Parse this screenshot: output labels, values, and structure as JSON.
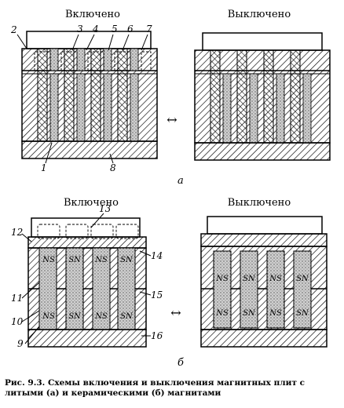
{
  "panel_a": {
    "state_on": "Включено",
    "state_off": "Выключено",
    "letter": "а",
    "callouts": [
      "2",
      "3",
      "4",
      "5",
      "6",
      "7",
      "1",
      "8"
    ]
  },
  "panel_b": {
    "state_on": "Включено",
    "state_off": "Выключено",
    "letter": "б",
    "callouts": [
      "13",
      "12",
      "14",
      "11",
      "15",
      "10",
      "9",
      "16"
    ],
    "magnet_top_left": [
      "NS",
      "SN",
      "NS",
      "SN"
    ],
    "magnet_bottom_left": [
      "NS",
      "SN",
      "NS",
      "SN"
    ],
    "magnet_top_right": [
      "NS",
      "SN",
      "NS",
      "SN"
    ],
    "magnet_bottom_right": [
      "NS",
      "SN",
      "NS",
      "SN"
    ]
  },
  "arrow_symbol": "↔",
  "caption": {
    "line1": "Рис. 9.3. Схемы включения и выключения магнитных плит с",
    "line2": "литыми (а) и керамическими (б) магнитами"
  }
}
